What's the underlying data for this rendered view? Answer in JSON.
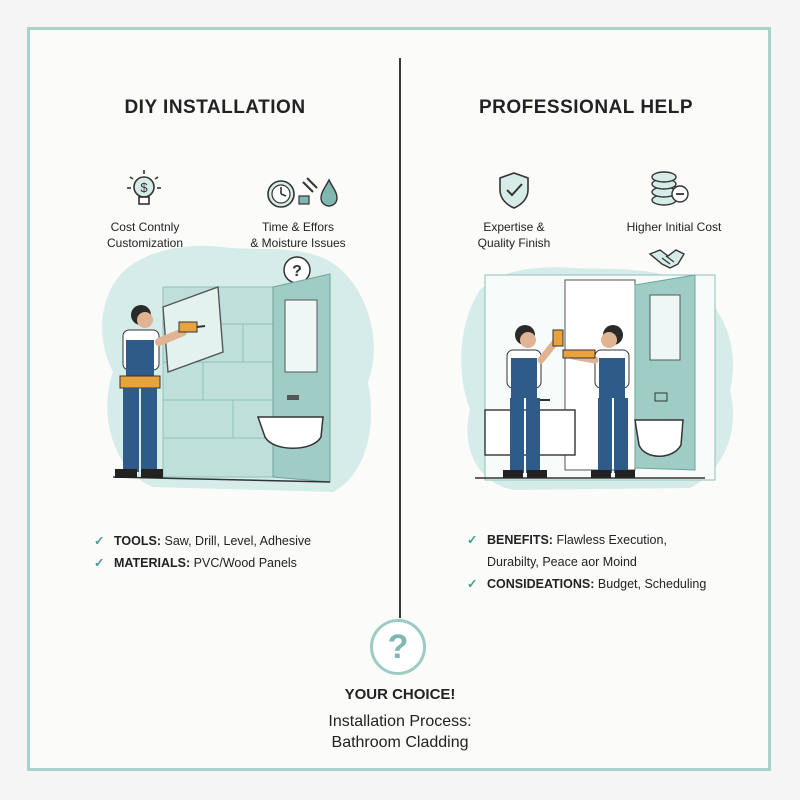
{
  "diy": {
    "heading": "DIY INSTALLATION",
    "label_1": "Cost Contnly\nCustomization",
    "label_2": "Time & Effors\n& Moisture Issues",
    "checklist": [
      {
        "key": "TOOLS:",
        "value": "Saw, Drill, Level, Adhesive"
      },
      {
        "key": "MATERIALS:",
        "value": "PVC/Wood Panels"
      }
    ],
    "icons": [
      "lightbulb-dollar-icon",
      "clock-tools-water-icon",
      "question-bubble-icon"
    ]
  },
  "pro": {
    "heading": "PROFESSIONAL HELP",
    "label_1": "Expertise &\nQuality Finish",
    "label_2": "Higher Initial Cost",
    "checklist": [
      {
        "key": "BENEFITS:",
        "value": "Flawless Execution,"
      },
      {
        "key": "",
        "value": "Durabilty, Peace aor Moind"
      },
      {
        "key": "CONSIDEATIONS:",
        "value": "Budget, Scheduling"
      }
    ],
    "icons": [
      "shield-check-icon",
      "coin-stack-icon",
      "handshake-icon"
    ]
  },
  "choice": {
    "symbol": "?",
    "title": "YOUR CHOICE!",
    "subtitle_1": "Installation Process:",
    "subtitle_2": "Bathroom Cladding"
  },
  "colors": {
    "accent": "#a9d2cc",
    "mint": "#d6ece8",
    "navy": "#2f5b8a",
    "check": "#4a9d93"
  }
}
